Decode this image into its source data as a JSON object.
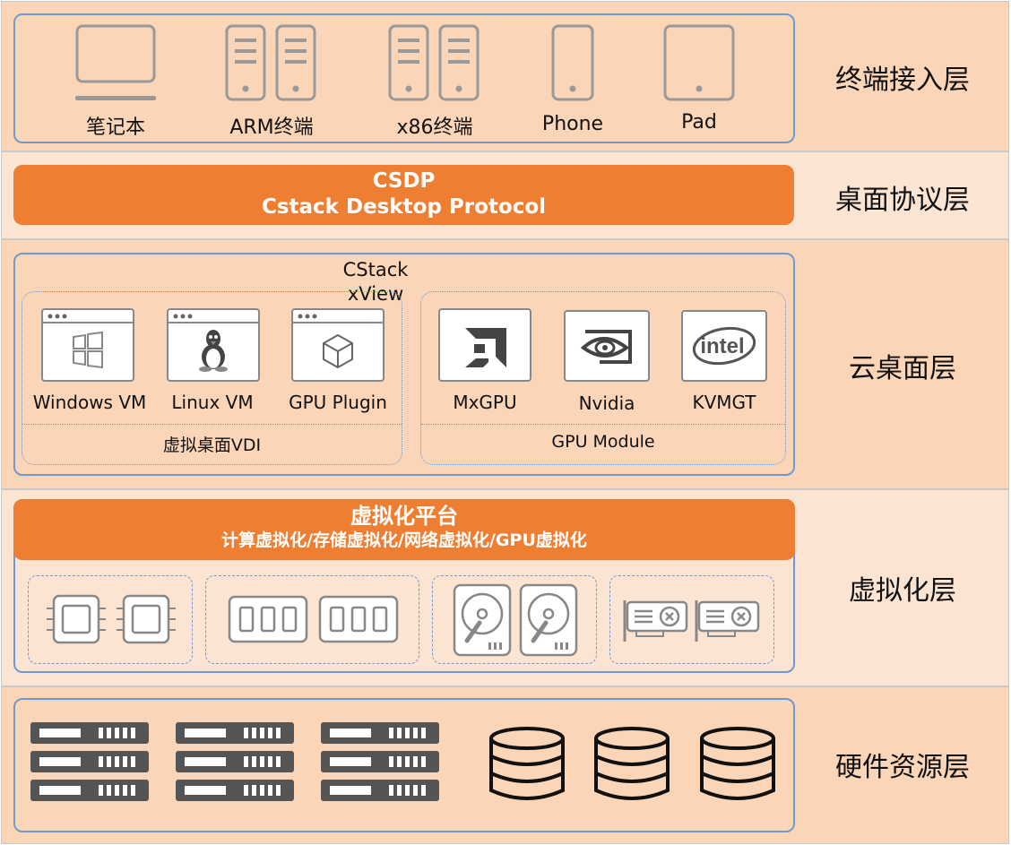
{
  "layers": {
    "terminal": {
      "label": "终端接入层",
      "devices": [
        "笔记本",
        "ARM终端",
        "x86终端",
        "Phone",
        "Pad"
      ]
    },
    "protocol": {
      "label": "桌面协议层",
      "line1": "CSDP",
      "line2": "Cstack Desktop Protocol"
    },
    "cloud": {
      "label": "云桌面层",
      "product": "CStack xView",
      "vdi": {
        "title": "虚拟桌面VDI",
        "items": [
          "Windows VM",
          "Linux VM",
          "GPU Plugin"
        ]
      },
      "gpu": {
        "title": "GPU Module",
        "items": [
          "MxGPU",
          "Nvidia",
          "KVMGT"
        ]
      }
    },
    "virt": {
      "label": "虚拟化层",
      "title": "虚拟化平台",
      "subtitle": "计算虚拟化/存储虚拟化/网络虚拟化/GPU虚拟化"
    },
    "hardware": {
      "label": "硬件资源层"
    }
  },
  "icons": [
    "laptop-icon",
    "server-icon",
    "phone-icon",
    "tablet-icon",
    "windows-icon",
    "linux-icon",
    "cube-icon",
    "amd-icon",
    "nvidia-icon",
    "intel-icon",
    "cpu-icon",
    "memory-icon",
    "disk-icon",
    "gpu-card-icon",
    "rack-server-icon",
    "database-icon"
  ],
  "colors": {
    "accent_orange": "#ee7f32",
    "border_blue": "#6f9ad0",
    "layer_dark": "#fbd5b8",
    "layer_light": "#fce4d3"
  }
}
